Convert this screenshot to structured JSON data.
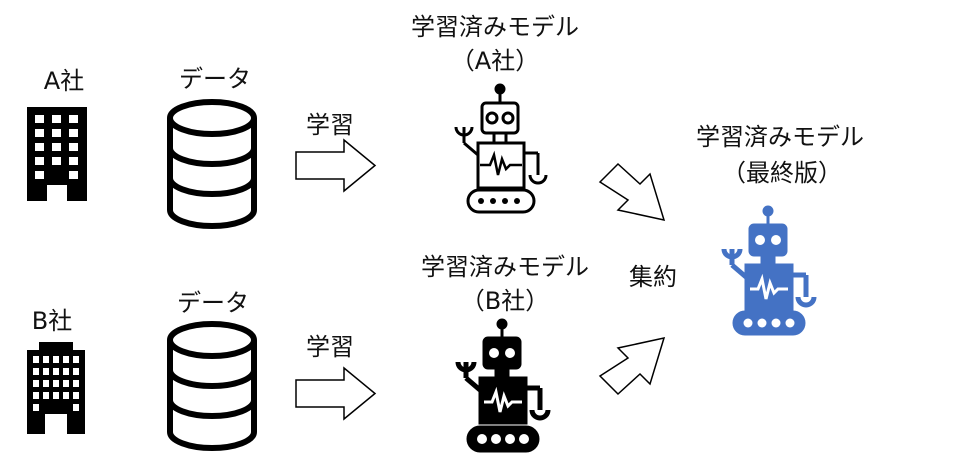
{
  "company_a": {
    "name": "A社",
    "data_label": "データ",
    "learn_label": "学習",
    "model_label": "学習済みモデル",
    "model_owner": "（A社）"
  },
  "company_b": {
    "name": "B社",
    "data_label": "データ",
    "learn_label": "学習",
    "model_label": "学習済みモデル",
    "model_owner": "（B社）"
  },
  "aggregate_label": "集約",
  "final_model": {
    "label": "学習済みモデル",
    "version": "（最終版）"
  },
  "colors": {
    "final_robot": "#4472C4",
    "outline": "#000000",
    "fill": "#ffffff"
  },
  "icons": [
    "building-icon",
    "database-icon",
    "right-arrow-icon",
    "robot-icon",
    "diagonal-arrow-icon"
  ]
}
